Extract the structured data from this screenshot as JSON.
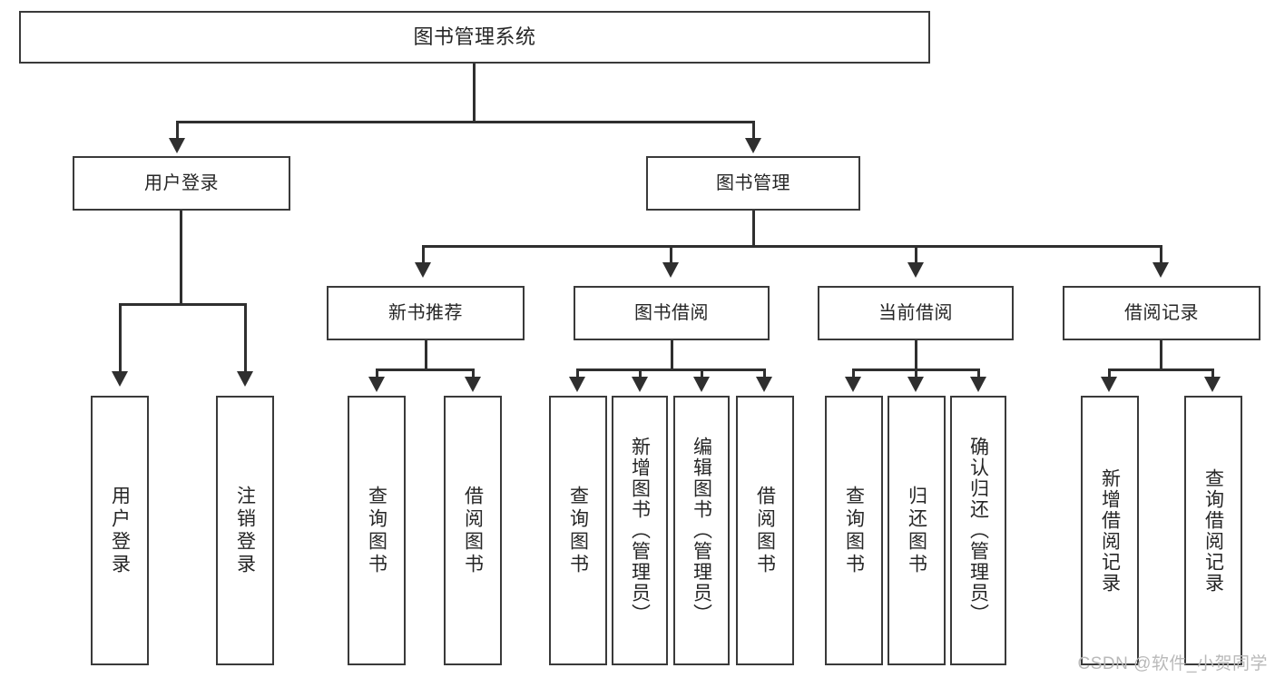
{
  "diagram": {
    "type": "tree",
    "title": "图书管理系统",
    "root": {
      "label": "图书管理系统"
    },
    "level2": [
      {
        "label": "用户登录"
      },
      {
        "label": "图书管理"
      }
    ],
    "level3": [
      {
        "label": "新书推荐"
      },
      {
        "label": "图书借阅"
      },
      {
        "label": "当前借阅"
      },
      {
        "label": "借阅记录"
      }
    ],
    "leaves": {
      "user_login": [
        {
          "label": "用户登录"
        },
        {
          "label": "注销登录"
        }
      ],
      "new_book_recommend": [
        {
          "label": "查询图书"
        },
        {
          "label": "借阅图书"
        }
      ],
      "book_borrow": [
        {
          "label": "查询图书"
        },
        {
          "label": "新增图书（管理员）"
        },
        {
          "label": "编辑图书（管理员）"
        },
        {
          "label": "借阅图书"
        }
      ],
      "current_borrow": [
        {
          "label": "查询图书"
        },
        {
          "label": "归还图书"
        },
        {
          "label": "确认归还（管理员）"
        }
      ],
      "borrow_record": [
        {
          "label": "新增借阅记录"
        },
        {
          "label": "查询借阅记录"
        }
      ]
    }
  },
  "watermark": {
    "text": "CSDN @软件_小贺同学"
  },
  "colors": {
    "box_border": "#3a3a3a",
    "connector": "#2f2f2f",
    "text": "#262626",
    "background": "#ffffff",
    "watermark": "#b9b9b9"
  }
}
